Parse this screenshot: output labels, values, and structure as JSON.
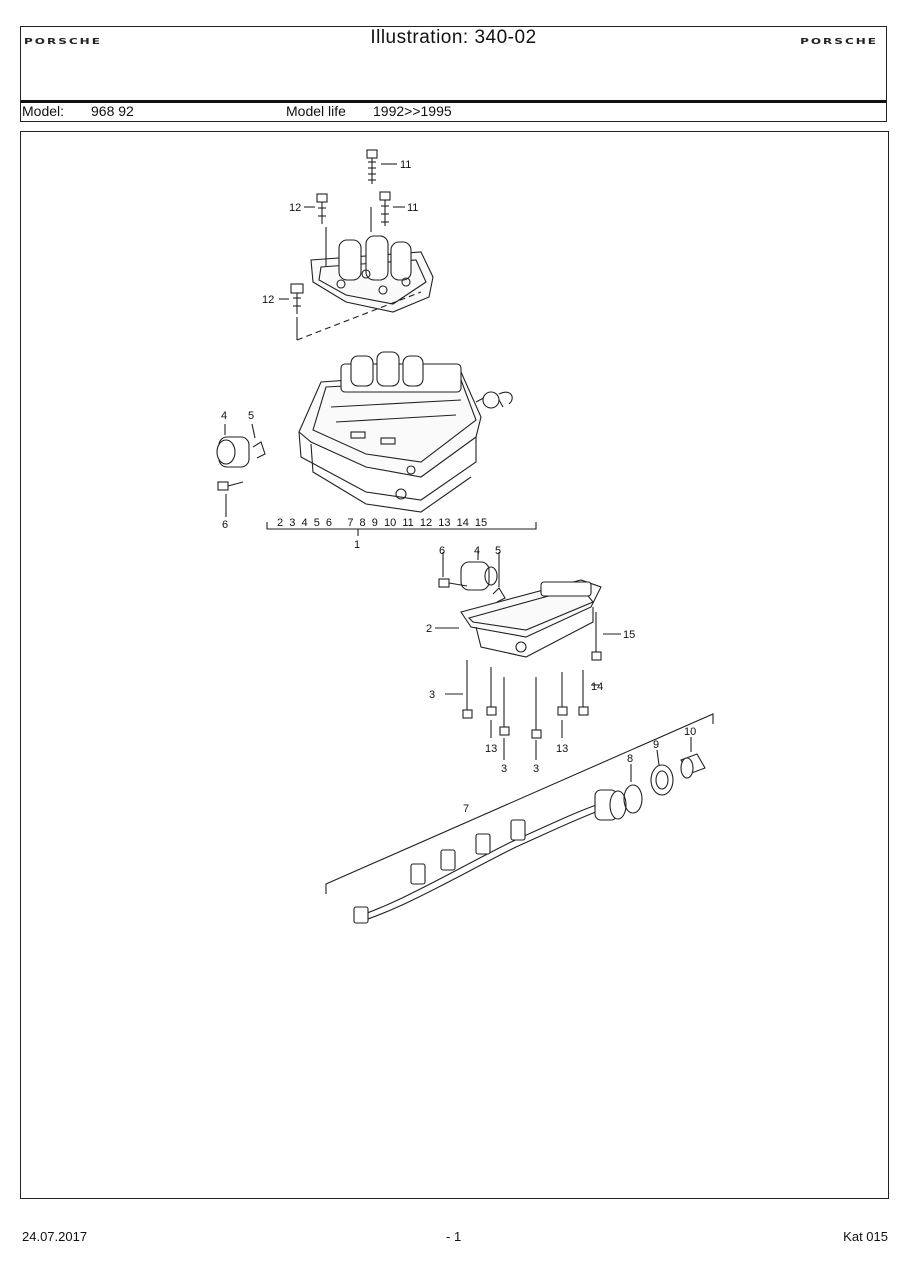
{
  "header": {
    "brand_left": "PORSCHE",
    "brand_right": "PORSCHE",
    "title": "Illustration: 340-02",
    "model_label": "Model:",
    "model_value": "968 92",
    "model_life_label": "Model life",
    "model_life_value": "1992>>1995"
  },
  "callouts": {
    "c11a": "11",
    "c11b": "11",
    "c12a": "12",
    "c12b": "12",
    "c4a": "4",
    "c5a": "5",
    "c6a": "6",
    "c1": "1",
    "range_list": "2  3  4  5  6     7  8  9  10  11  12  13  14  15",
    "c6b": "6",
    "c4b": "4",
    "c5b": "5",
    "c2": "2",
    "c15": "15",
    "c14": "14",
    "c3a": "3",
    "c13a": "13",
    "c3b": "3",
    "c3c": "3",
    "c13b": "13",
    "c8": "8",
    "c9": "9",
    "c10": "10",
    "c7": "7"
  },
  "footer": {
    "date": "24.07.2017",
    "page": "- 1",
    "catalog": "Kat 015"
  }
}
